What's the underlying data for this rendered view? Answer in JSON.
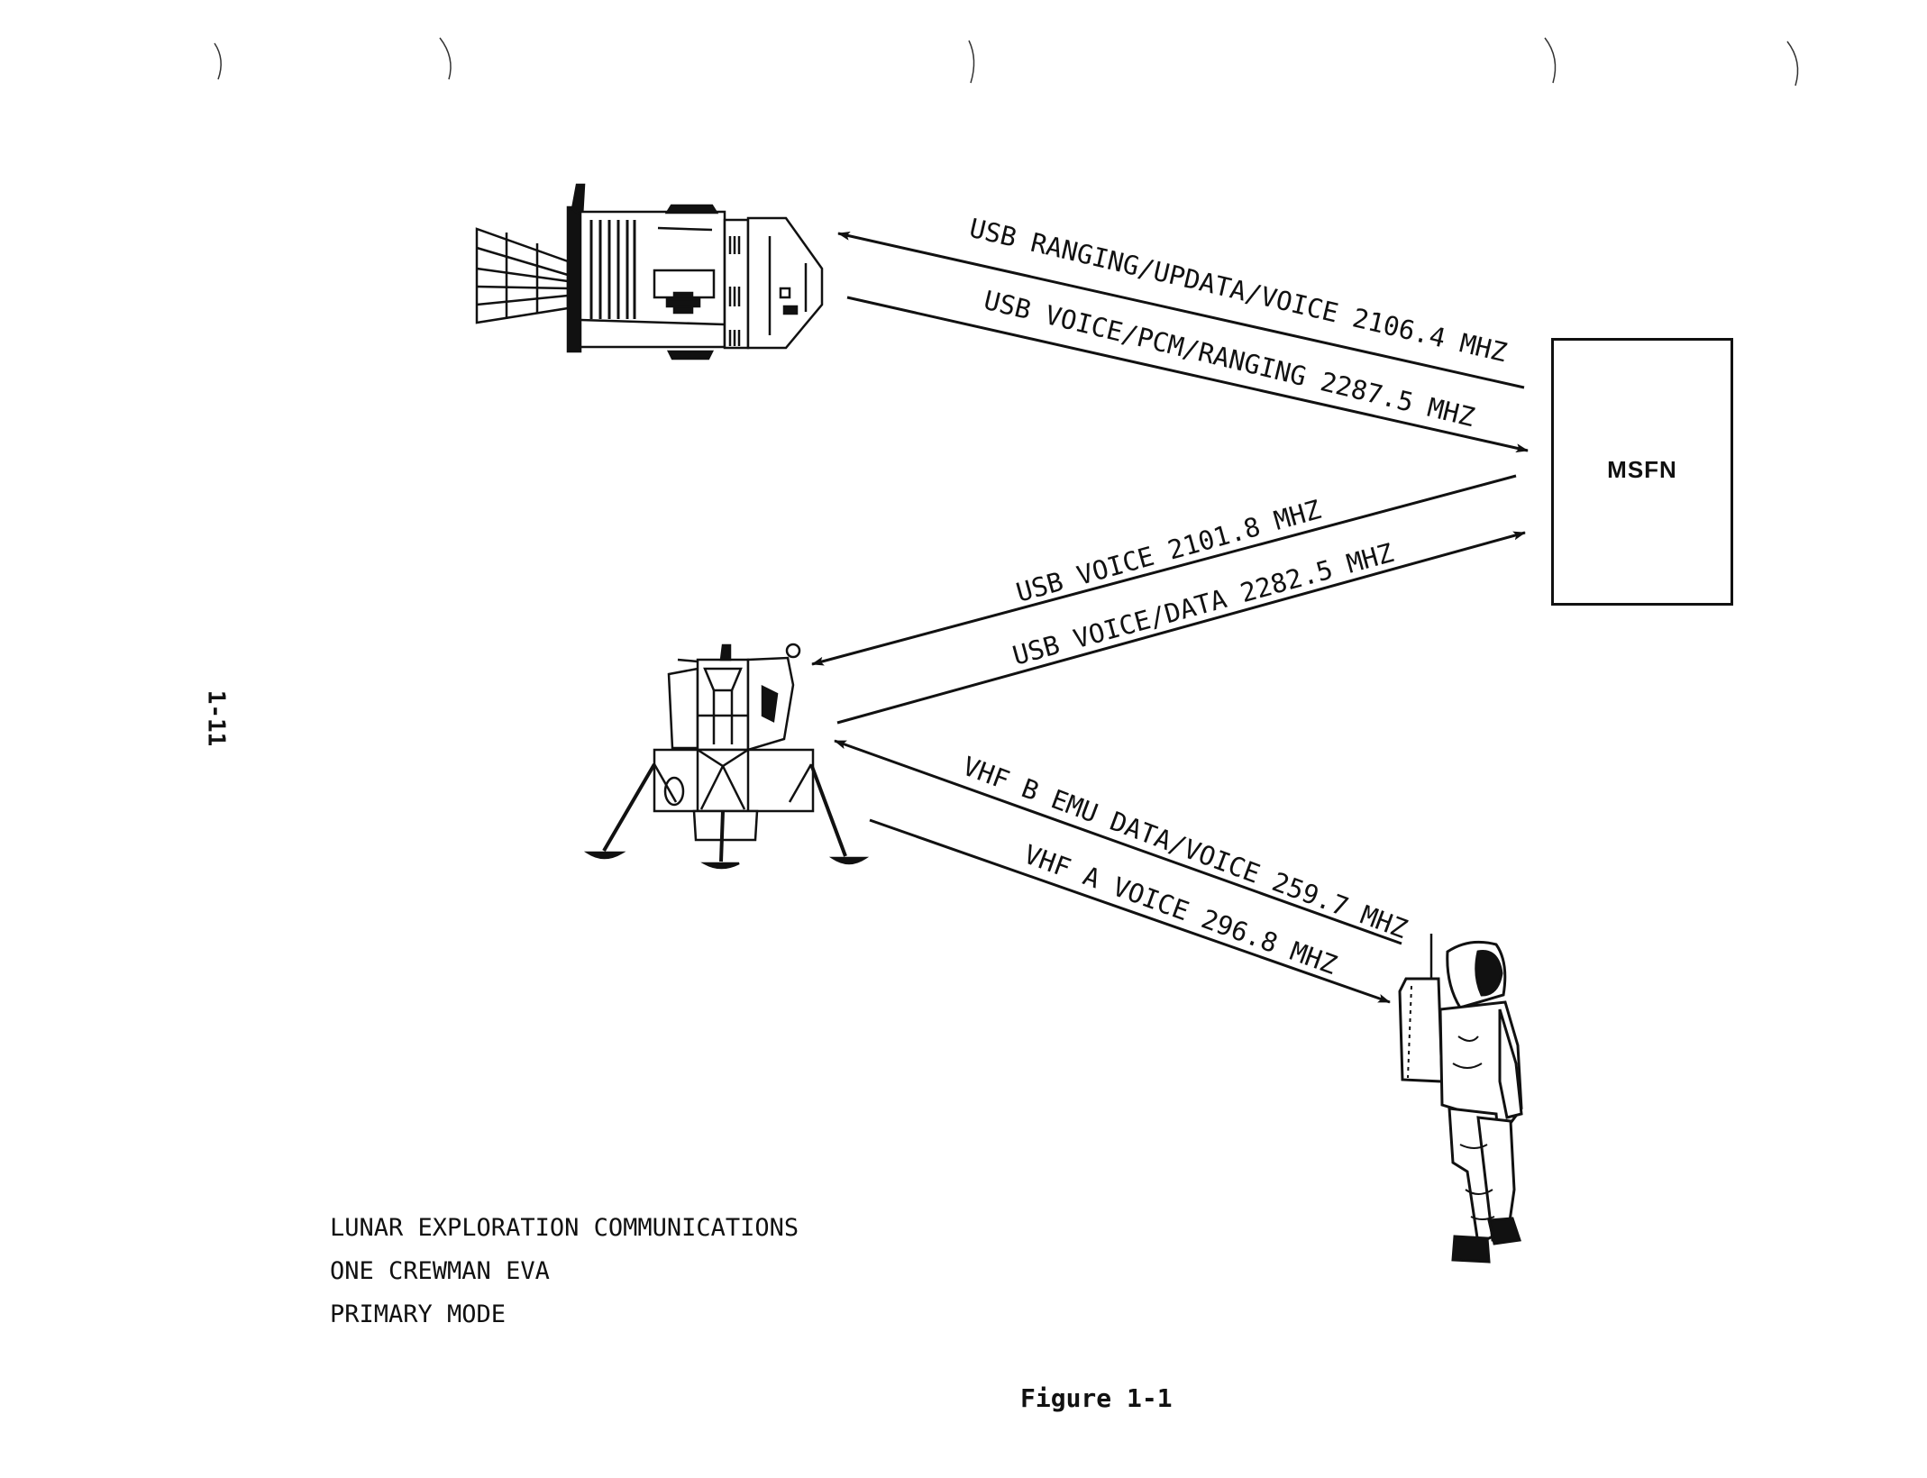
{
  "figure": {
    "caption": "Figure 1-1",
    "page_number": "1-11",
    "title_lines": [
      "LUNAR EXPLORATION COMMUNICATIONS",
      "ONE CREWMAN EVA",
      "PRIMARY MODE"
    ]
  },
  "nodes": {
    "csm": "Command/Service Module",
    "lm": "Lunar Module",
    "eva": "EVA Crewman",
    "msfn": "MSFN"
  },
  "links": [
    {
      "id": "msfn-to-csm",
      "from": "MSFN",
      "to": "CSM",
      "label": "USB RANGING/UPDATA/VOICE 2106.4 MHZ"
    },
    {
      "id": "csm-to-msfn",
      "from": "CSM",
      "to": "MSFN",
      "label": "USB VOICE/PCM/RANGING 2287.5 MHZ"
    },
    {
      "id": "msfn-to-lm",
      "from": "MSFN",
      "to": "LM",
      "label": "USB VOICE 2101.8 MHZ"
    },
    {
      "id": "lm-to-msfn",
      "from": "LM",
      "to": "MSFN",
      "label": "USB VOICE/DATA 2282.5 MHZ"
    },
    {
      "id": "eva-to-lm",
      "from": "EVA",
      "to": "LM",
      "label": "VHF B EMU DATA/VOICE 259.7 MHZ"
    },
    {
      "id": "lm-to-eva",
      "from": "LM",
      "to": "EVA",
      "label": "VHF A VOICE 296.8 MHZ"
    }
  ]
}
